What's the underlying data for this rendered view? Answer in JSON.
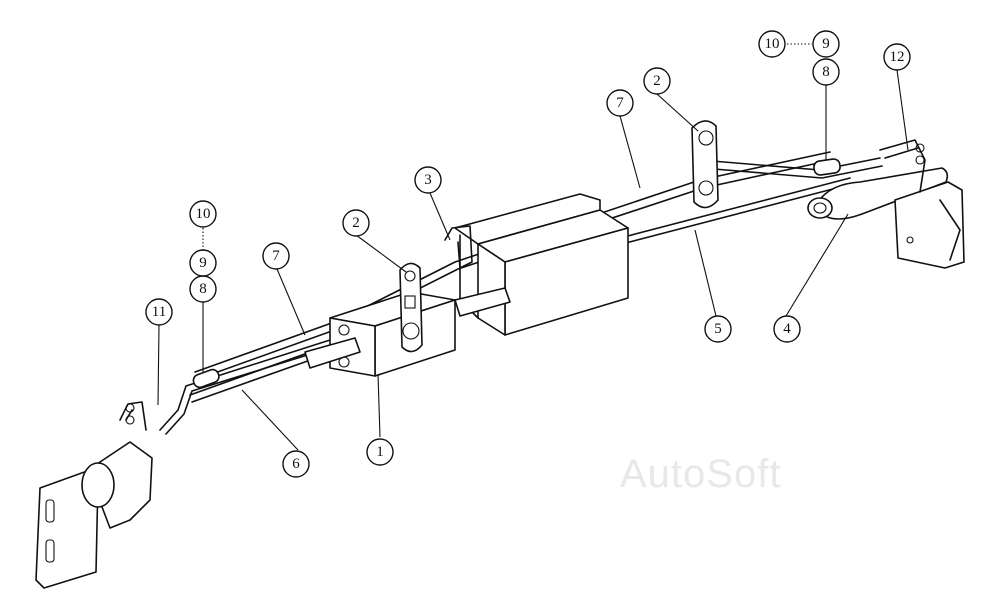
{
  "watermark": "AutoSoft",
  "callouts": [
    {
      "id": "c1",
      "label": "1"
    },
    {
      "id": "c2a",
      "label": "2"
    },
    {
      "id": "c2b",
      "label": "2"
    },
    {
      "id": "c3",
      "label": "3"
    },
    {
      "id": "c4",
      "label": "4"
    },
    {
      "id": "c5",
      "label": "5"
    },
    {
      "id": "c6",
      "label": "6"
    },
    {
      "id": "c7a",
      "label": "7"
    },
    {
      "id": "c7b",
      "label": "7"
    },
    {
      "id": "c8a",
      "label": "8"
    },
    {
      "id": "c8b",
      "label": "8"
    },
    {
      "id": "c9a",
      "label": "9"
    },
    {
      "id": "c9b",
      "label": "9"
    },
    {
      "id": "c10a",
      "label": "10"
    },
    {
      "id": "c10b",
      "label": "10"
    },
    {
      "id": "c11",
      "label": "11"
    },
    {
      "id": "c12",
      "label": "12"
    }
  ]
}
